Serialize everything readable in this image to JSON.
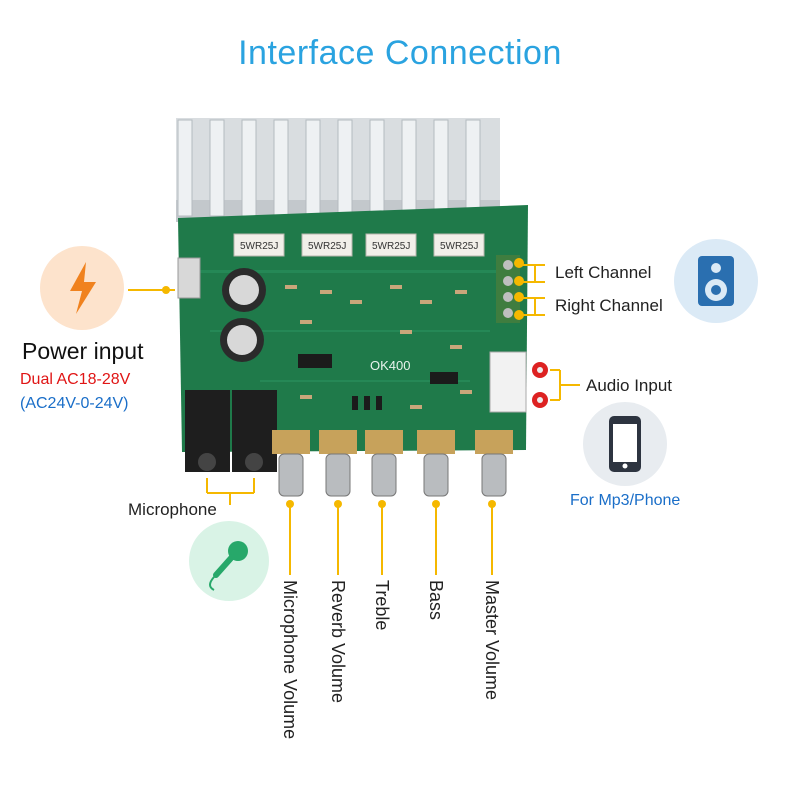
{
  "title": "Interface  Connection",
  "board_label": "OK400",
  "resistor_label": "5WR25J",
  "power": {
    "title": "Power input",
    "line1": "Dual AC18-28V",
    "line2": "(AC24V-0-24V)"
  },
  "microphone_label": "Microphone",
  "left_channel": "Left Channel",
  "right_channel": "Right Channel",
  "audio_input": "Audio Input",
  "mp3_label": "For Mp3/Phone",
  "knobs": [
    {
      "label": "Microphone Volume"
    },
    {
      "label": "Reverb Volume"
    },
    {
      "label": "Treble"
    },
    {
      "label": "Bass"
    },
    {
      "label": "Master Volume"
    }
  ],
  "colors": {
    "accent": "#f5b800",
    "title": "#2aa3e0",
    "pcb": "#1f7a4a",
    "power_circle": "#fde3cc",
    "speaker_circle": "#dbeaf6",
    "phone_circle": "#e8ecf0",
    "mic_circle": "#d9f3e6"
  },
  "icons": [
    "lightning-icon",
    "speaker-icon",
    "phone-icon",
    "microphone-icon"
  ]
}
